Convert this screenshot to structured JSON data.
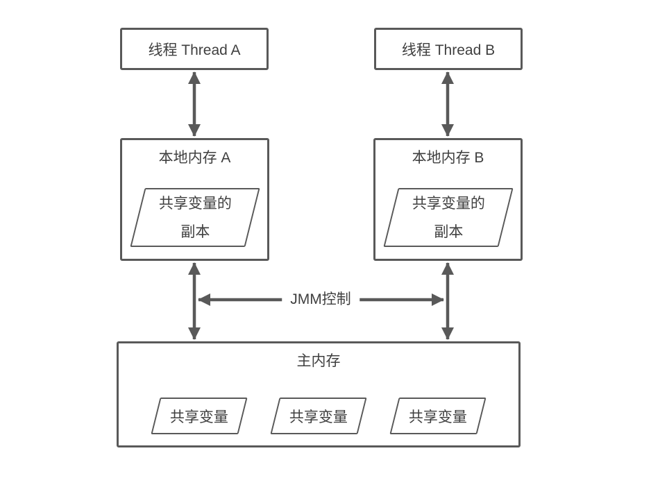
{
  "colors": {
    "line": "#595959",
    "text": "#3f3f3f",
    "background": "#ffffff"
  },
  "thread_a": {
    "label": "线程 Thread A"
  },
  "thread_b": {
    "label": "线程 Thread B"
  },
  "local_memory_a": {
    "title": "本地内存 A",
    "copy_line1": "共享变量的",
    "copy_line2": "副本"
  },
  "local_memory_b": {
    "title": "本地内存 B",
    "copy_line1": "共享变量的",
    "copy_line2": "副本"
  },
  "jmm_control": {
    "label": "JMM控制"
  },
  "main_memory": {
    "title": "主内存",
    "variables": [
      "共享变量",
      "共享变量",
      "共享变量"
    ]
  }
}
